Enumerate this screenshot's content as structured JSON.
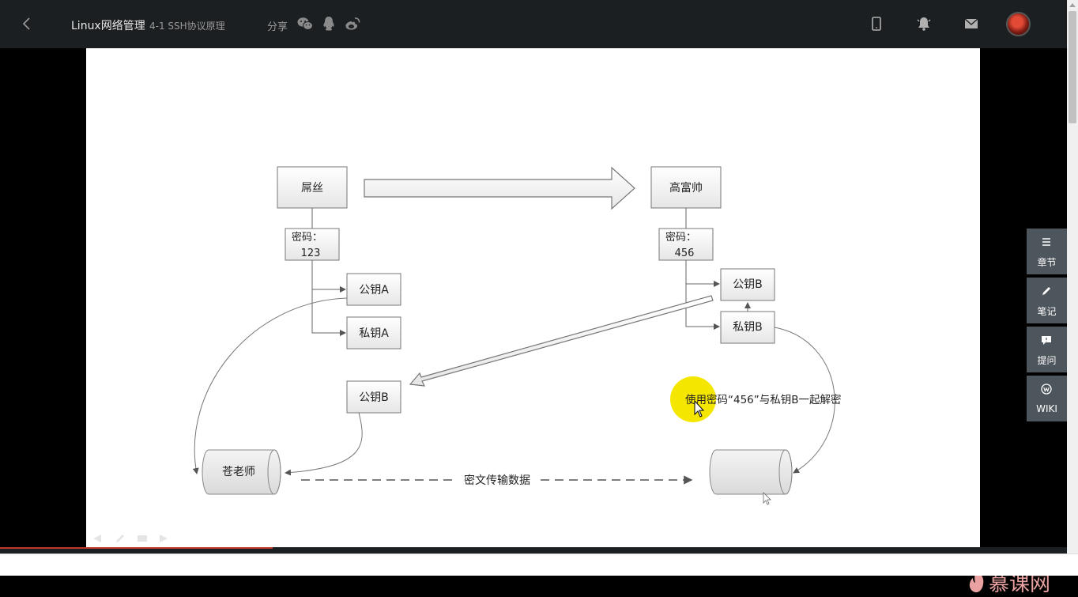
{
  "topbar": {
    "course_title": "Linux网络管理",
    "lesson_title": "4-1 SSH协议原理",
    "share_label": "分享"
  },
  "side_panel": {
    "chapters_label": "章节",
    "notes_label": "笔记",
    "questions_label": "提问",
    "wiki_label": "WIKI"
  },
  "diagram": {
    "left_user": "屌丝",
    "left_password_label": "密码：",
    "left_password_value": "123",
    "left_public_key": "公钥A",
    "left_private_key": "私钥A",
    "sent_public_key": "公钥B",
    "right_user": "高富帅",
    "right_password_label": "密码：",
    "right_password_value": "456",
    "right_public_key": "公钥B",
    "right_private_key": "私钥B",
    "left_storage": "苍老师",
    "transfer_label": "密文传输数据",
    "decrypt_note": "使用密码“456”与私钥B一起解密"
  },
  "watermark_text": "慕课网",
  "colors": {
    "topbar_bg": "#1c1f21",
    "side_btn_bg": "#4d555d",
    "progress": "#c0392b",
    "highlight": "#f5e600"
  }
}
